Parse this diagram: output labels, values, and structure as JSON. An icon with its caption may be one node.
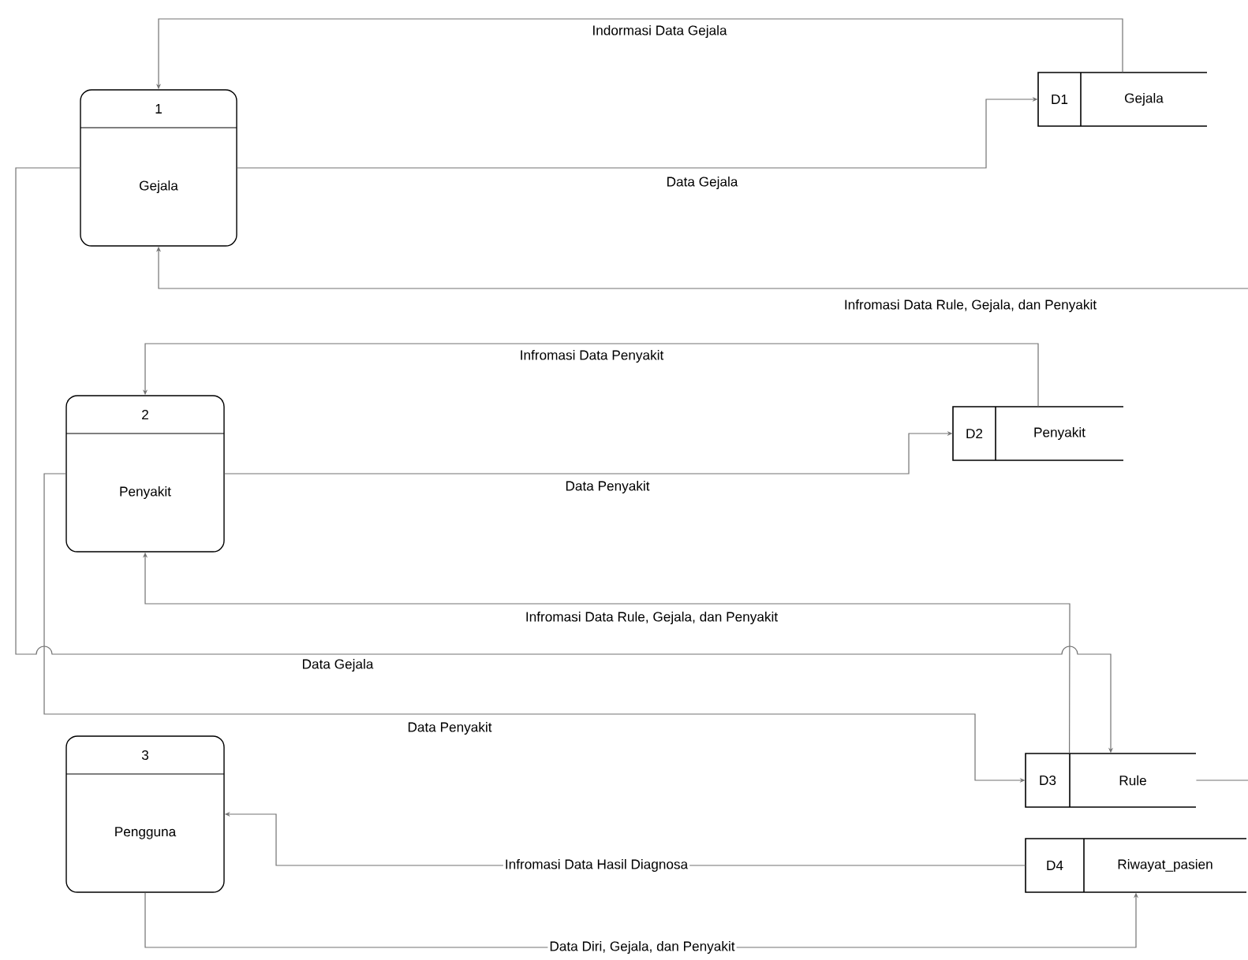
{
  "diagram": {
    "nodes": [
      {
        "text": [
          "1",
          "Gejala"
        ]
      },
      {
        "text": [
          "D1",
          "Gejala"
        ]
      },
      {
        "text": [
          "2",
          "Penyakit"
        ]
      },
      {
        "text": [
          "D2",
          "Penyakit"
        ]
      },
      {
        "text": [
          "3",
          "Pengguna"
        ]
      },
      {
        "text": [
          "D3",
          "Rule"
        ]
      },
      {
        "text": [
          "D4",
          "Riwayat_pasien"
        ]
      }
    ],
    "edges": [
      {
        "from": 1,
        "to": 0,
        "arrow": "to",
        "label": "Indormasi Data Gejala"
      },
      {
        "from": 0,
        "to": 1,
        "arrow": "to",
        "label": "Data Gejala"
      },
      {
        "from": null,
        "to": 0,
        "arrow": "to",
        "label": "Infromasi Data Rule, Gejala, dan Penyakit"
      },
      {
        "from": 3,
        "to": 2,
        "arrow": "to",
        "label": "Infromasi Data Penyakit"
      },
      {
        "from": 2,
        "to": 3,
        "arrow": "to",
        "label": "Data Penyakit"
      },
      {
        "from": 5,
        "to": 2,
        "arrow": "to",
        "label": "Infromasi Data Rule, Gejala, dan Penyakit"
      },
      {
        "from": 0,
        "to": 5,
        "arrow": "to",
        "label": "Data Gejala"
      },
      {
        "from": 2,
        "to": 5,
        "arrow": "to",
        "label": "Data Penyakit"
      },
      {
        "from": 6,
        "to": 4,
        "arrow": "to",
        "label": "Infromasi Data Hasil Diagnosa"
      },
      {
        "from": 4,
        "to": 6,
        "arrow": "to",
        "label": "Data Diri, Gejala, dan Penyakit"
      },
      {
        "from": 5,
        "to": null,
        "arrow": "none"
      }
    ]
  }
}
